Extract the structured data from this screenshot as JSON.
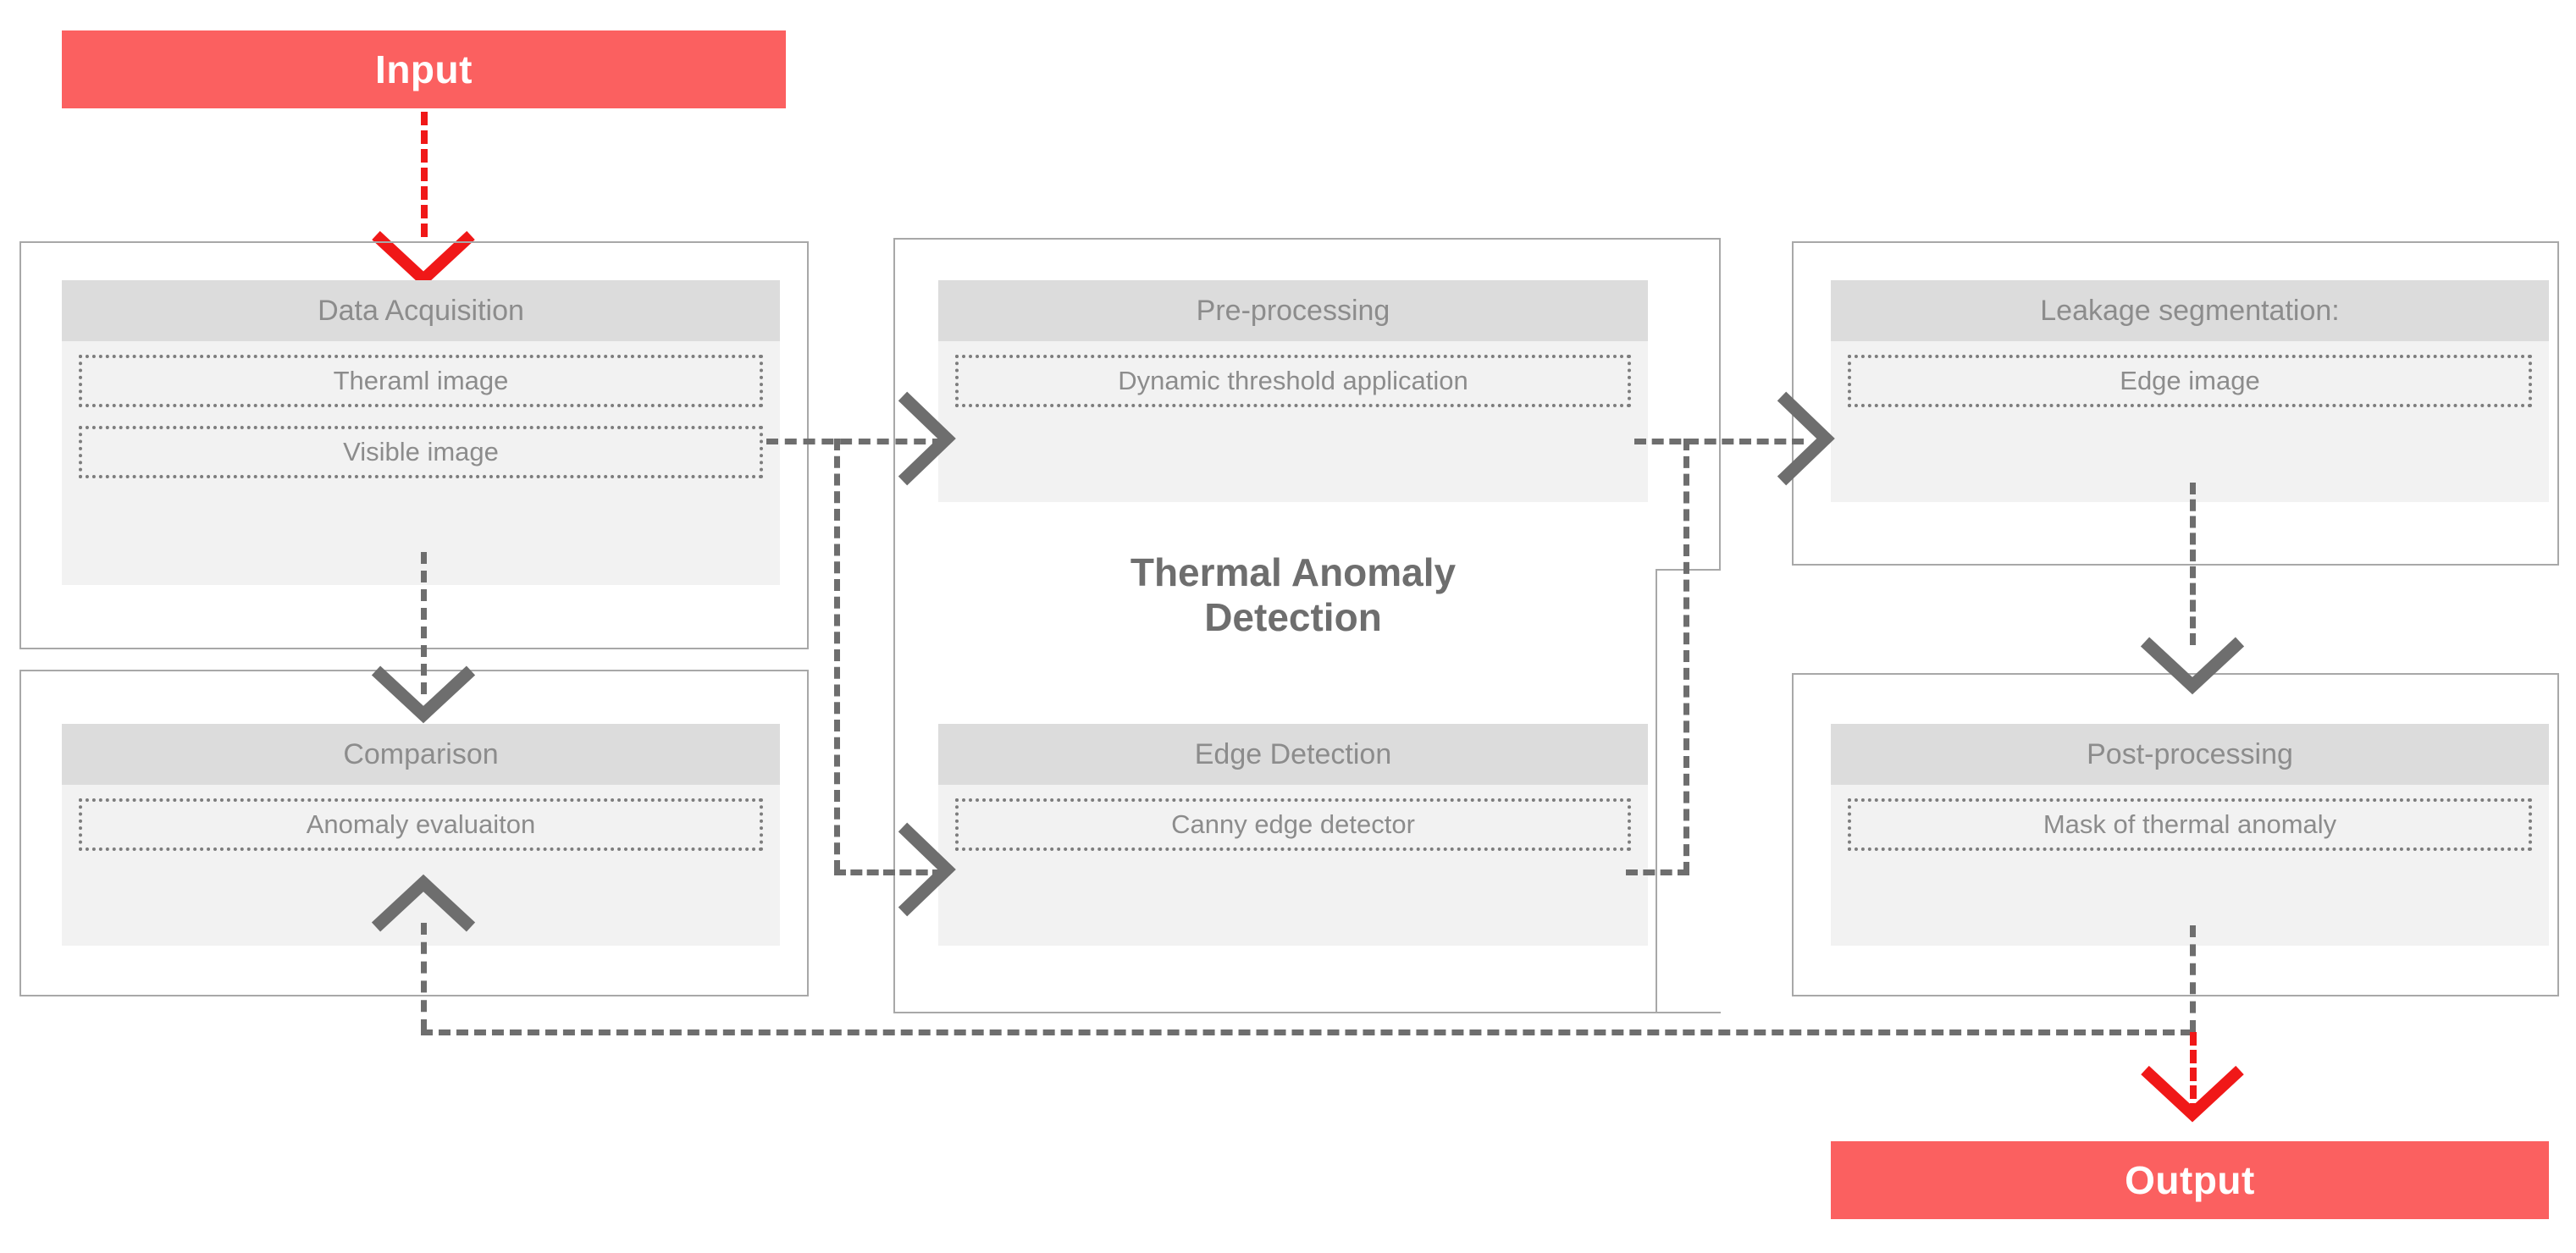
{
  "diagram": {
    "title_text": "Thermal Anomaly Detection",
    "accent_color": "#fb6060",
    "arrow_red_color": "#f01818",
    "arrow_gray_color": "#6e6e6e",
    "header_fill": "#dcdcdc",
    "body_fill": "#f2f2f2",
    "text_gray": "#8c8c8c"
  },
  "terminals": {
    "input": {
      "label": "Input"
    },
    "output": {
      "label": "Output"
    }
  },
  "groups": {
    "acquisition_group": {
      "name": "data-acquisition-group"
    },
    "comparison_group": {
      "name": "comparison-group"
    },
    "thermal_group": {
      "name": "thermal-anomaly-detection-group",
      "label": "Thermal Anomaly\nDetection"
    },
    "leakage_group": {
      "name": "leakage-segmentation-group"
    },
    "postprocessing_group": {
      "name": "post-processing-group"
    }
  },
  "cards": {
    "data_acquisition": {
      "header": "Data Acquisition",
      "items": [
        {
          "label": "Theraml image"
        },
        {
          "label": "Visible image"
        }
      ]
    },
    "comparison": {
      "header": "Comparison",
      "items": [
        {
          "label": "Anomaly evaluaiton"
        }
      ]
    },
    "pre_processing": {
      "header": "Pre-processing",
      "items": [
        {
          "label": "Dynamic threshold application"
        }
      ]
    },
    "edge_detection": {
      "header": "Edge Detection",
      "items": [
        {
          "label": "Canny edge detector"
        }
      ]
    },
    "leakage_segmentation": {
      "header": "Leakage segmentation:",
      "items": [
        {
          "label": "Edge image"
        }
      ]
    },
    "post_processing": {
      "header": "Post-processing",
      "items": [
        {
          "label": "Mask of thermal anomaly"
        }
      ]
    }
  },
  "connectors": [
    {
      "name": "input-to-data-acquisition",
      "style": "red-dashed-down"
    },
    {
      "name": "theraml-image-to-dynamic-threshold",
      "style": "gray-dashed-right"
    },
    {
      "name": "theraml-image-branch-to-canny-edge-detector",
      "style": "gray-dashed-down-right"
    },
    {
      "name": "visible-image-to-comparison",
      "style": "gray-dashed-down"
    },
    {
      "name": "dynamic-threshold-to-edge-image",
      "style": "gray-dashed-right"
    },
    {
      "name": "canny-edge-detector-to-edge-image-join",
      "style": "gray-dashed-right-up"
    },
    {
      "name": "edge-image-to-post-processing",
      "style": "gray-dashed-down"
    },
    {
      "name": "mask-of-thermal-anomaly-to-anomaly-evaluaiton",
      "style": "gray-dashed-down-left-up"
    },
    {
      "name": "mask-of-thermal-anomaly-to-output",
      "style": "red-dashed-down"
    }
  ]
}
